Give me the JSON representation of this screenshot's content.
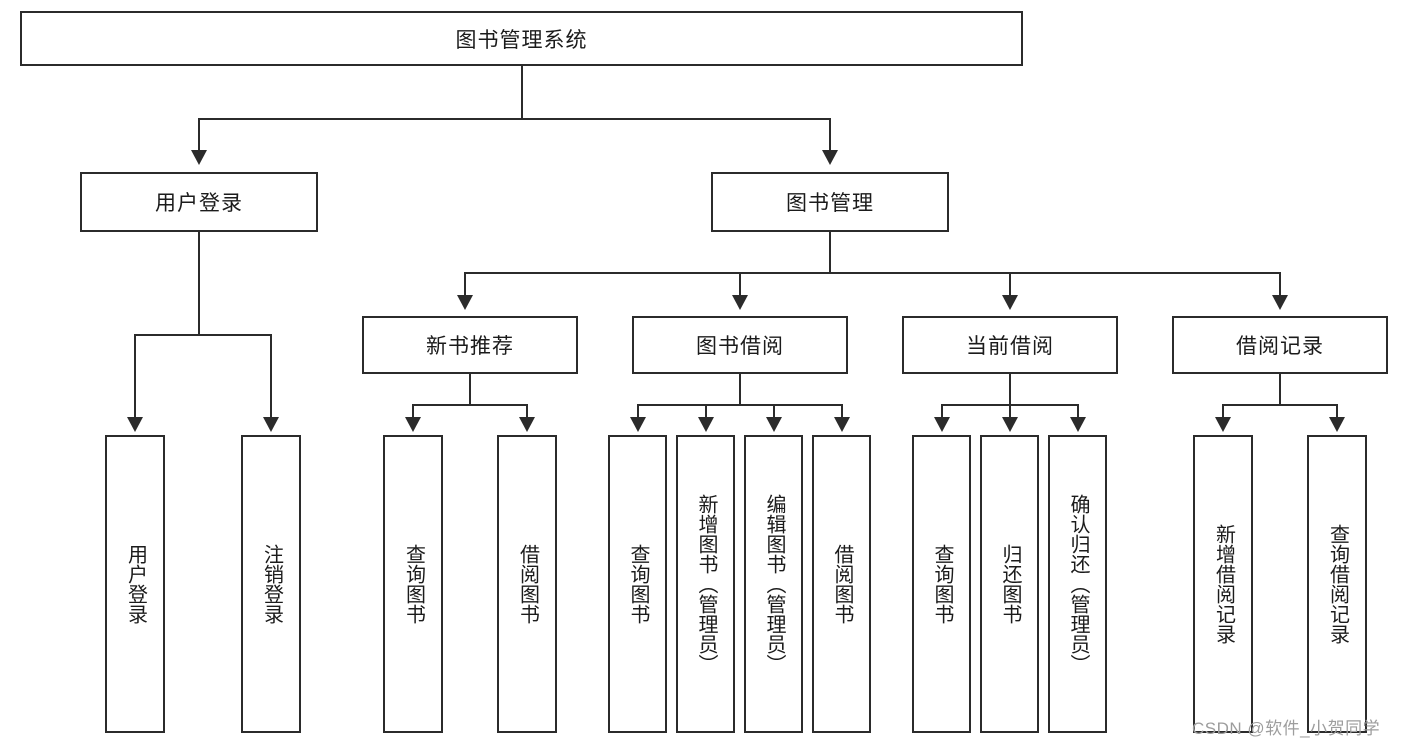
{
  "diagram": {
    "type": "tree-hierarchy",
    "title": "图书管理系统",
    "root": {
      "label": "图书管理系统"
    },
    "level1": [
      {
        "label": "用户登录"
      },
      {
        "label": "图书管理"
      }
    ],
    "level2": [
      {
        "label": "新书推荐"
      },
      {
        "label": "图书借阅"
      },
      {
        "label": "当前借阅"
      },
      {
        "label": "借阅记录"
      }
    ],
    "leaves": {
      "user_login": [
        {
          "label": "用户登录"
        },
        {
          "label": "注销登录"
        }
      ],
      "new_book_recommend": [
        {
          "label": "查询图书"
        },
        {
          "label": "借阅图书"
        }
      ],
      "book_borrow": [
        {
          "label": "查询图书"
        },
        {
          "label": "新增图书（管理员）"
        },
        {
          "label": "编辑图书（管理员）"
        },
        {
          "label": "借阅图书"
        }
      ],
      "current_borrow": [
        {
          "label": "查询图书"
        },
        {
          "label": "归还图书"
        },
        {
          "label": "确认归还（管理员）"
        }
      ],
      "borrow_record": [
        {
          "label": "新增借阅记录"
        },
        {
          "label": "查询借阅记录"
        }
      ]
    }
  },
  "watermark": {
    "text": "CSDN @软件_小贺同学"
  },
  "colors": {
    "line": "#2b2b2b",
    "box_fill": "#ffffff",
    "text": "#1b1b1b",
    "watermark": "#9d9d9d"
  }
}
